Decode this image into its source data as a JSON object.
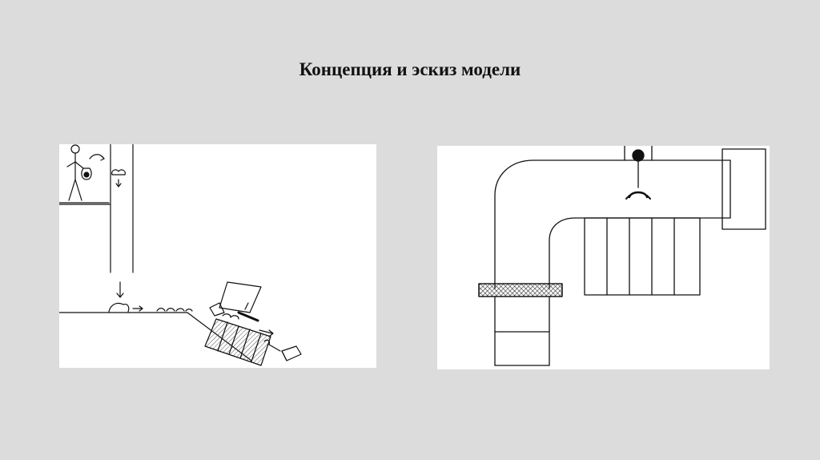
{
  "slide": {
    "title": "Концепция и эскиз модели"
  },
  "figures": [
    {
      "name": "concept-sketch",
      "description_icon": "process-flow-sketch"
    },
    {
      "name": "model-sketch",
      "description_icon": "pipe-and-conveyor-sketch"
    }
  ]
}
